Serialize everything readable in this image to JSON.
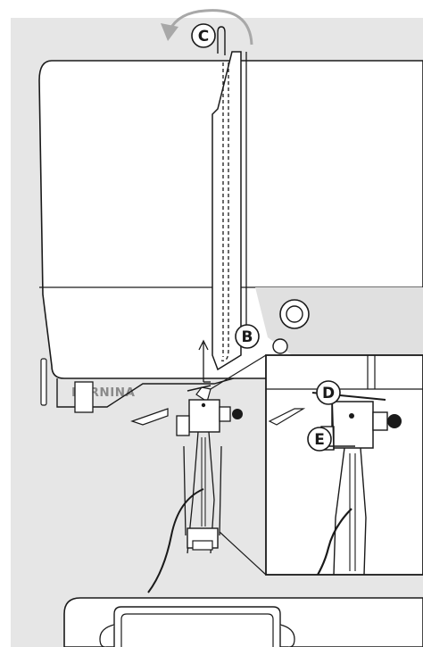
{
  "brand_label": "BERNINA",
  "callouts": {
    "c": "C",
    "b": "B",
    "d": "D",
    "e": "E"
  },
  "colors": {
    "background": "#e6e6e6",
    "machine_body": "#ffffff",
    "outline": "#1a1a1a",
    "rotation_arrow": "#a8a8a8",
    "brand_text": "#8a8a8a"
  },
  "icons": {
    "rotation_arrow": "curved-arrow-icon",
    "thread_direction": "up-arrow-icon"
  }
}
